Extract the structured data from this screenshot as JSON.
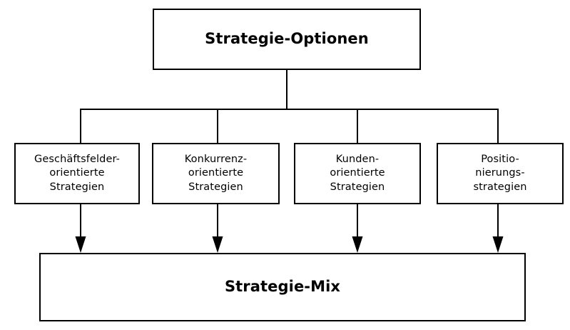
{
  "diagram": {
    "title_node": {
      "label": "Strategie-Optionen"
    },
    "options": [
      {
        "line1": "Geschäftsfelder-",
        "line2": "orientierte",
        "line3": "Strategien"
      },
      {
        "line1": "Konkurrenz-",
        "line2": "orientierte",
        "line3": "Strategien"
      },
      {
        "line1": "Kunden-",
        "line2": "orientierte",
        "line3": "Strategien"
      },
      {
        "line1": "Positio-",
        "line2": "nierungs-",
        "line3": "strategien"
      }
    ],
    "result_node": {
      "label": "Strategie-Mix"
    },
    "colors": {
      "stroke": "#000000",
      "fill": "#ffffff",
      "text": "#000000"
    }
  }
}
